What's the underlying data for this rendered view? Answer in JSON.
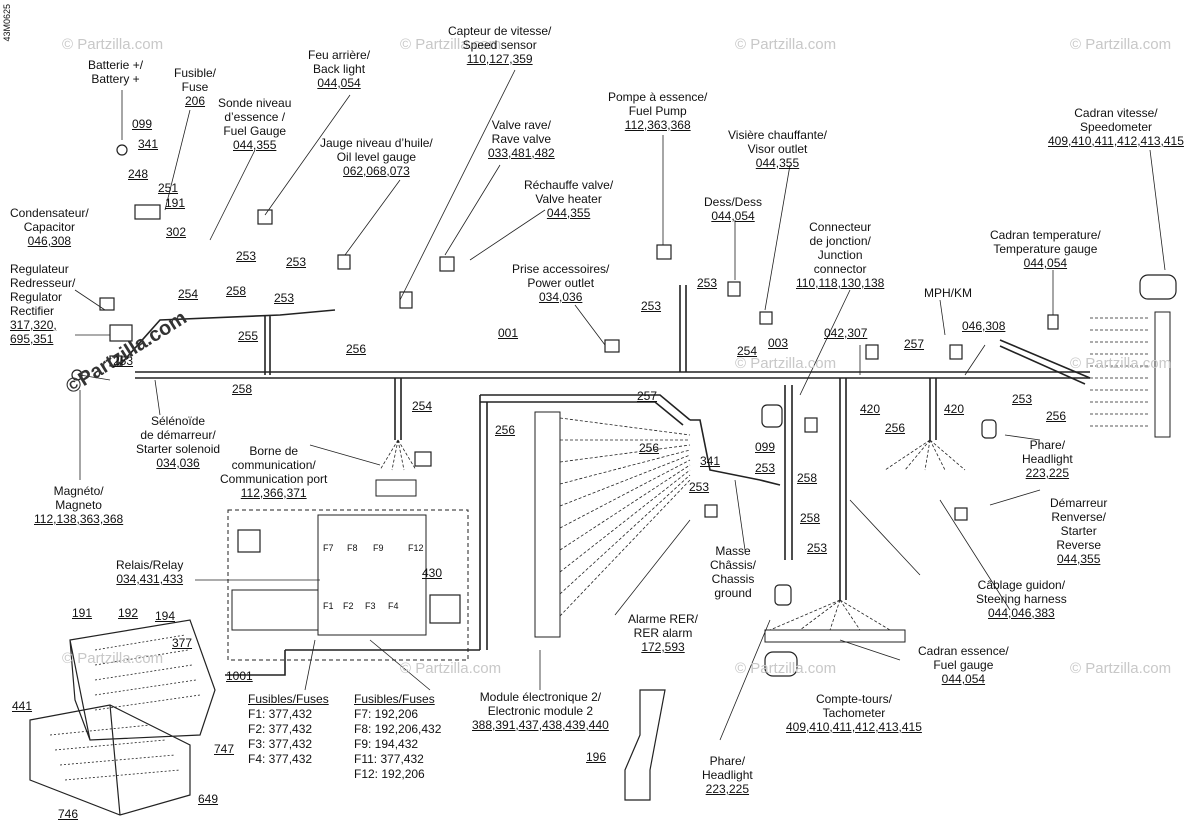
{
  "doc_id": "43M0625",
  "watermark": "© Partzilla.com",
  "logo_text": "©Partzilla.com",
  "labels": {
    "battery": {
      "lines": [
        "Batterie +/",
        "Battery +"
      ],
      "code": ""
    },
    "fuse206": {
      "lines": [
        "Fusible/",
        "Fuse"
      ],
      "code": "206"
    },
    "fuel_level_sensor": {
      "lines": [
        "Sonde niveau",
        "d’essence /",
        "Fuel Gauge"
      ],
      "code": "044,355"
    },
    "back_light": {
      "lines": [
        "Feu arrière/",
        "Back light"
      ],
      "code": "044,054"
    },
    "speed_sensor": {
      "lines": [
        "Capteur de vitesse/",
        "Speed sensor"
      ],
      "code": "110,127,359"
    },
    "oil_gauge": {
      "lines": [
        "Jauge niveau d’huile/",
        "Oil level gauge"
      ],
      "code": "062,068,073"
    },
    "rave_valve": {
      "lines": [
        "Valve rave/",
        "Rave valve"
      ],
      "code": "033,481,482"
    },
    "valve_heater": {
      "lines": [
        "Réchauffe valve/",
        "Valve heater"
      ],
      "code": "044,355"
    },
    "fuel_pump": {
      "lines": [
        "Pompe à essence/",
        "Fuel Pump"
      ],
      "code": "112,363,368"
    },
    "visor_outlet": {
      "lines": [
        "Visière chauffante/",
        "Visor outlet"
      ],
      "code": "044,355"
    },
    "dess": {
      "lines": [
        "Dess/Dess"
      ],
      "code": "044,054"
    },
    "power_outlet": {
      "lines": [
        "Prise accessoires/",
        "Power outlet"
      ],
      "code": "034,036"
    },
    "junction": {
      "lines": [
        "Connecteur",
        "de jonction/",
        "Junction",
        "connector"
      ],
      "code": "110,118,130,138"
    },
    "speedometer": {
      "lines": [
        "Cadran vitesse/",
        "Speedometer"
      ],
      "code": "409,410,411,412,413,415"
    },
    "temp_gauge": {
      "lines": [
        "Cadran temperature/",
        "Temperature gauge"
      ],
      "code": "044,054"
    },
    "mph_km": {
      "lines": [
        "MPH/KM"
      ],
      "code": ""
    },
    "capacitor": {
      "lines": [
        "Condensateur/",
        "Capacitor"
      ],
      "code": "046,308"
    },
    "regulator": {
      "lines": [
        "Regulateur",
        "Redresseur/",
        "Regulator",
        "Rectifier"
      ],
      "code": "317,320,",
      "code2": "695,351"
    },
    "starter_solenoid": {
      "lines": [
        "Sélénoïde",
        "de démarreur/",
        "Starter solenoid"
      ],
      "code": "034,036"
    },
    "comm_port": {
      "lines": [
        "Borne de",
        "communication/",
        "Communication port"
      ],
      "code": "112,366,371"
    },
    "magneto": {
      "lines": [
        "Magnéto/",
        "Magneto"
      ],
      "code": "112,138,363,368"
    },
    "relay": {
      "lines": [
        "Relais/Relay"
      ],
      "code": "034,431,433"
    },
    "headlight_r": {
      "lines": [
        "Phare/",
        "Headlight"
      ],
      "code": "223,225"
    },
    "starter_reverse": {
      "lines": [
        "Démarreur",
        "Renverse/",
        "Starter",
        "Reverse"
      ],
      "code": "044,355"
    },
    "chassis_ground": {
      "lines": [
        "Masse",
        "Châssis/",
        "Chassis",
        "ground"
      ],
      "code": ""
    },
    "steering_harness": {
      "lines": [
        "Câblage guidon/",
        "Steering harness"
      ],
      "code": "044,046,383"
    },
    "rer_alarm": {
      "lines": [
        "Alarme RER/",
        "RER alarm"
      ],
      "code": "172,593"
    },
    "fuel_gauge": {
      "lines": [
        "Cadran essence/",
        "Fuel gauge"
      ],
      "code": "044,054"
    },
    "tachometer": {
      "lines": [
        "Compte-tours/",
        "Tachometer"
      ],
      "code": "409,410,411,412,413,415"
    },
    "electronic_module": {
      "lines": [
        "Module électronique 2/",
        "Electronic module 2"
      ],
      "code": "388,391,437,438,439,440"
    },
    "headlight_b": {
      "lines": [
        "Phare/",
        "Headlight"
      ],
      "code": "223,225"
    }
  },
  "fuses_left": {
    "title": "Fusibles/Fuses",
    "items": [
      "F1: 377,432",
      "F2: 377,432",
      "F3: 377,432",
      "F4: 377,432"
    ]
  },
  "fuses_right": {
    "title": "Fusibles/Fuses",
    "items": [
      "F7: 192,206",
      "F8: 192,206,432",
      "F9: 194,432",
      "F11: 377,432",
      "F12: 192,206"
    ]
  },
  "fuse_tags": [
    "F7",
    "F8",
    "F9",
    "F12",
    "F1",
    "F2",
    "F3",
    "F4"
  ],
  "callouts": {
    "c099a": "099",
    "c341a": "341",
    "c248": "248",
    "c251": "251",
    "c191a": "191",
    "c302": "302",
    "c253a": "253",
    "c253b": "253",
    "c253c": "253",
    "c253d": "253",
    "c253e": "253",
    "c253f": "253",
    "c253g": "253",
    "c253h": "253",
    "c253i": "253",
    "c253j": "253",
    "c253k": "253",
    "c254a": "254",
    "c254b": "254",
    "c254c": "254",
    "c258a": "258",
    "c258b": "258",
    "c258c": "258",
    "c258d": "258",
    "c255": "255",
    "c256a": "256",
    "c256b": "256",
    "c256c": "256",
    "c256d": "256",
    "c256e": "256",
    "c257a": "257",
    "c257b": "257",
    "c001": "001",
    "c003": "003",
    "c042": "042,307",
    "c046": "046,308",
    "c420a": "420",
    "c420b": "420",
    "c099b": "099",
    "c341b": "341",
    "c430": "430",
    "c1001": "1001",
    "c191b": "191",
    "c192": "192",
    "c194": "194",
    "c377": "377",
    "c441": "441",
    "c747": "747",
    "c649": "649",
    "c746": "746",
    "c196": "196"
  }
}
